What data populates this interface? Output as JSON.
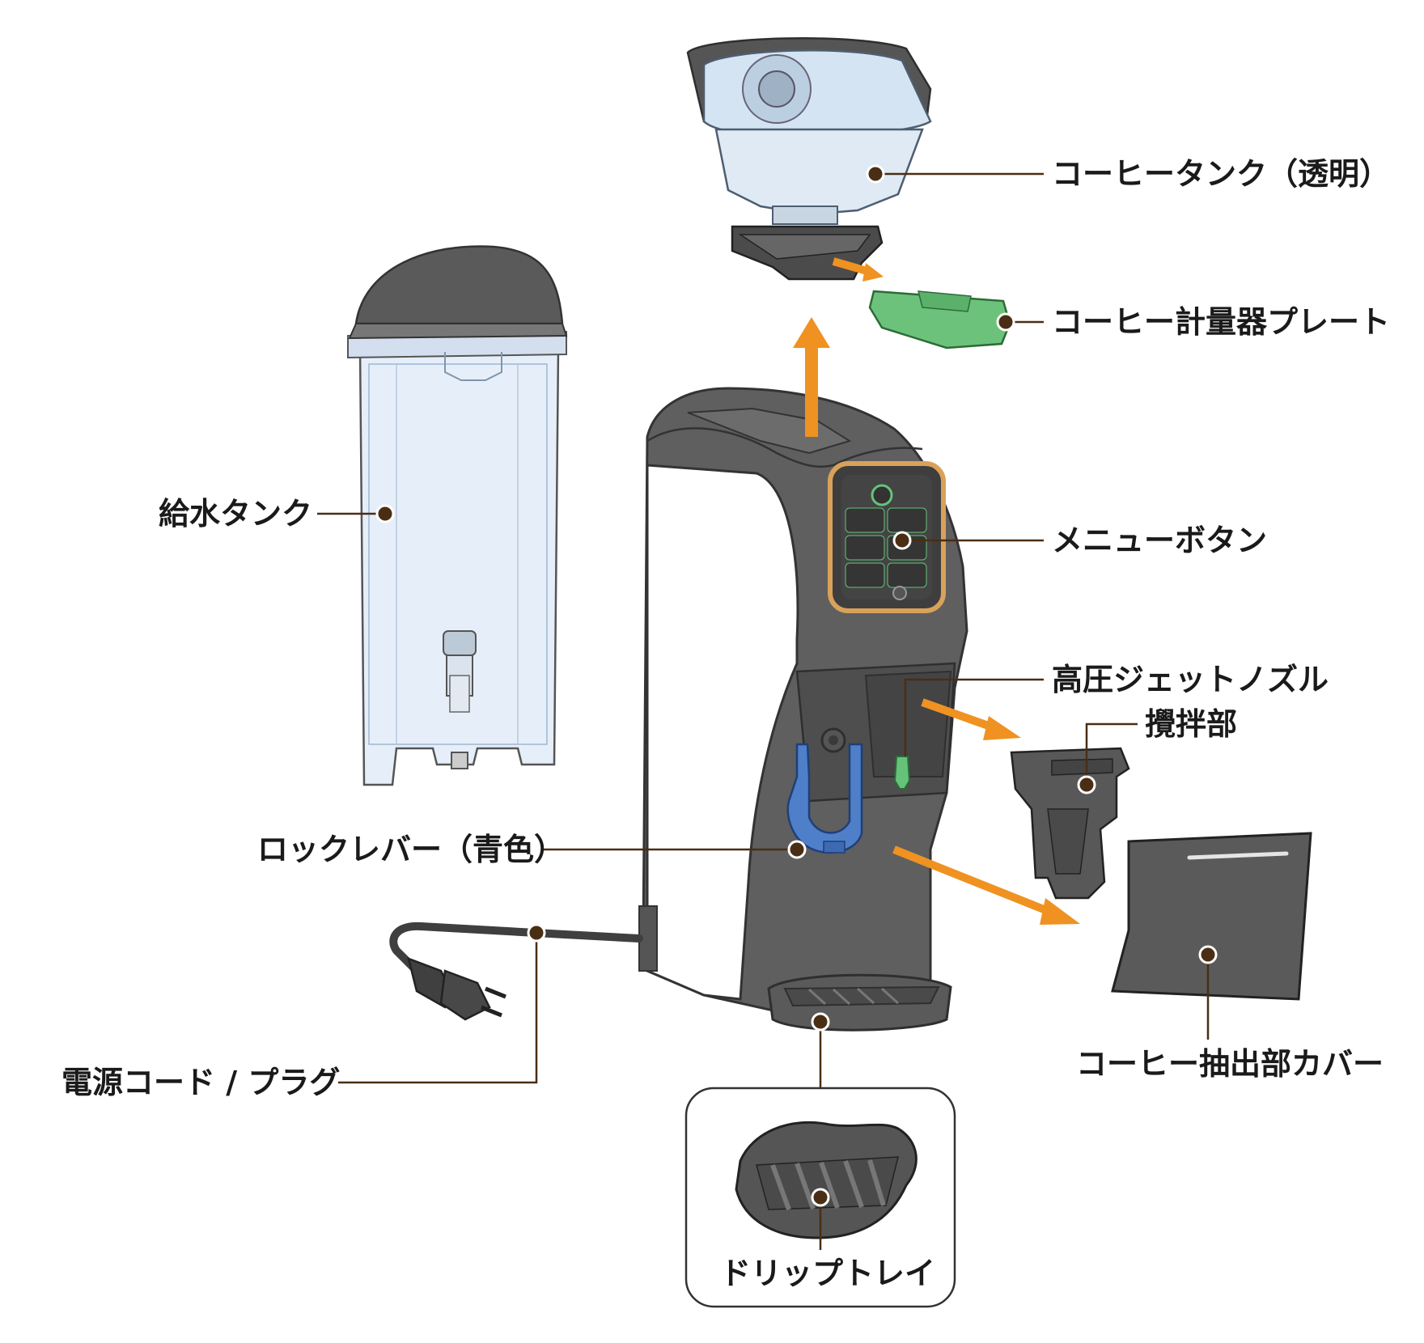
{
  "labels": {
    "coffee_tank": "コーヒータンク（透明）",
    "measure_plate": "コーヒー計量器プレート",
    "water_tank": "給水タンク",
    "menu_button": "メニューボタン",
    "jet_nozzle": "高圧ジェットノズル",
    "stirrer": "攪拌部",
    "lock_lever": "ロックレバー（青色）",
    "power_cord": "電源コード / プラグ",
    "drip_tray": "ドリップトレイ",
    "extractor_cover": "コーヒー抽出部カバー"
  },
  "colors": {
    "leader": "#4a2e14",
    "arrow": "#ef9222",
    "body": "#5a5a5a",
    "tank": "#cfe0f2",
    "plate": "#6cc27a",
    "lever": "#4f7fc9",
    "panel_ring": "#d9a25a"
  }
}
